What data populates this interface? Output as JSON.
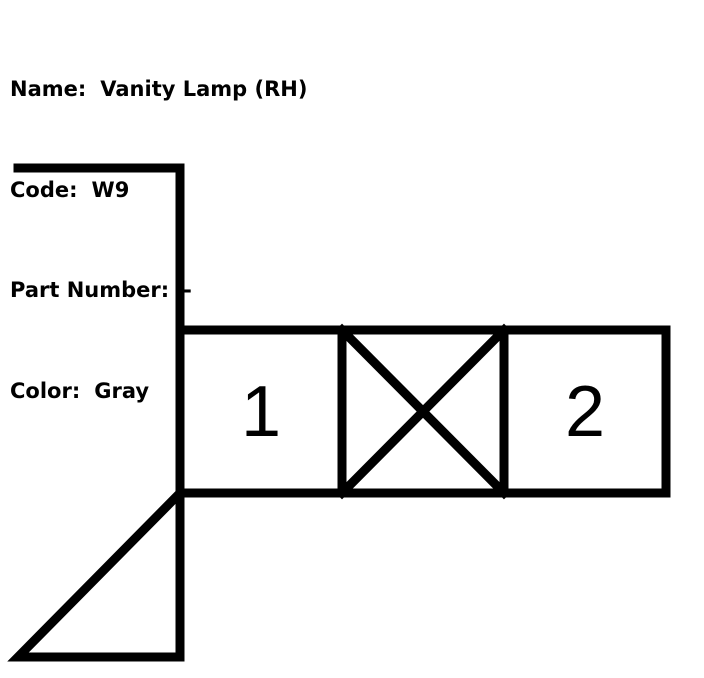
{
  "info": {
    "name_label": "Name",
    "name_value": "Vanity Lamp (RH)",
    "code_label": "Code",
    "code_value": "W9",
    "part_label": "Part Number",
    "part_value": "-",
    "color_label": "Color",
    "color_value": "Gray"
  },
  "connector": {
    "pins": [
      {
        "label": "1"
      },
      {
        "label": ""
      },
      {
        "label": "2"
      }
    ],
    "blank_pin_marker": "x-cross"
  },
  "colors": {
    "line": "#000000",
    "background": "#ffffff"
  }
}
